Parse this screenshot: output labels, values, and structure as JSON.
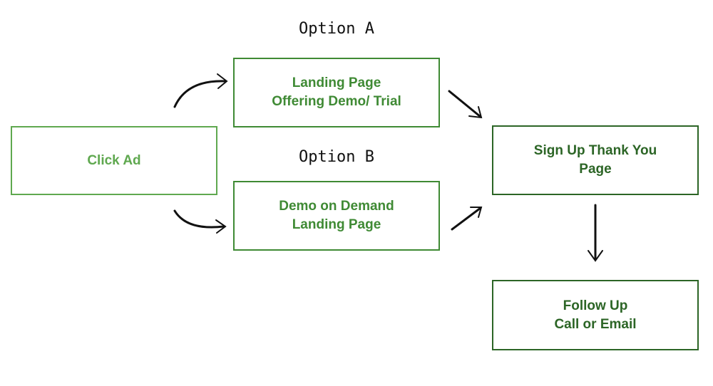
{
  "colors": {
    "light": "#5fa84f",
    "medium": "#3f8a34",
    "dark": "#2c6526",
    "arrow": "#111111"
  },
  "labels": {
    "option_a": "Option A",
    "option_b": "Option B"
  },
  "nodes": {
    "click_ad": "Click Ad",
    "landing_a": "Landing Page\nOffering Demo/ Trial",
    "landing_b": "Demo on Demand\nLanding Page",
    "thank_you": "Sign Up Thank You\nPage",
    "follow_up": "Follow Up\nCall or Email"
  }
}
